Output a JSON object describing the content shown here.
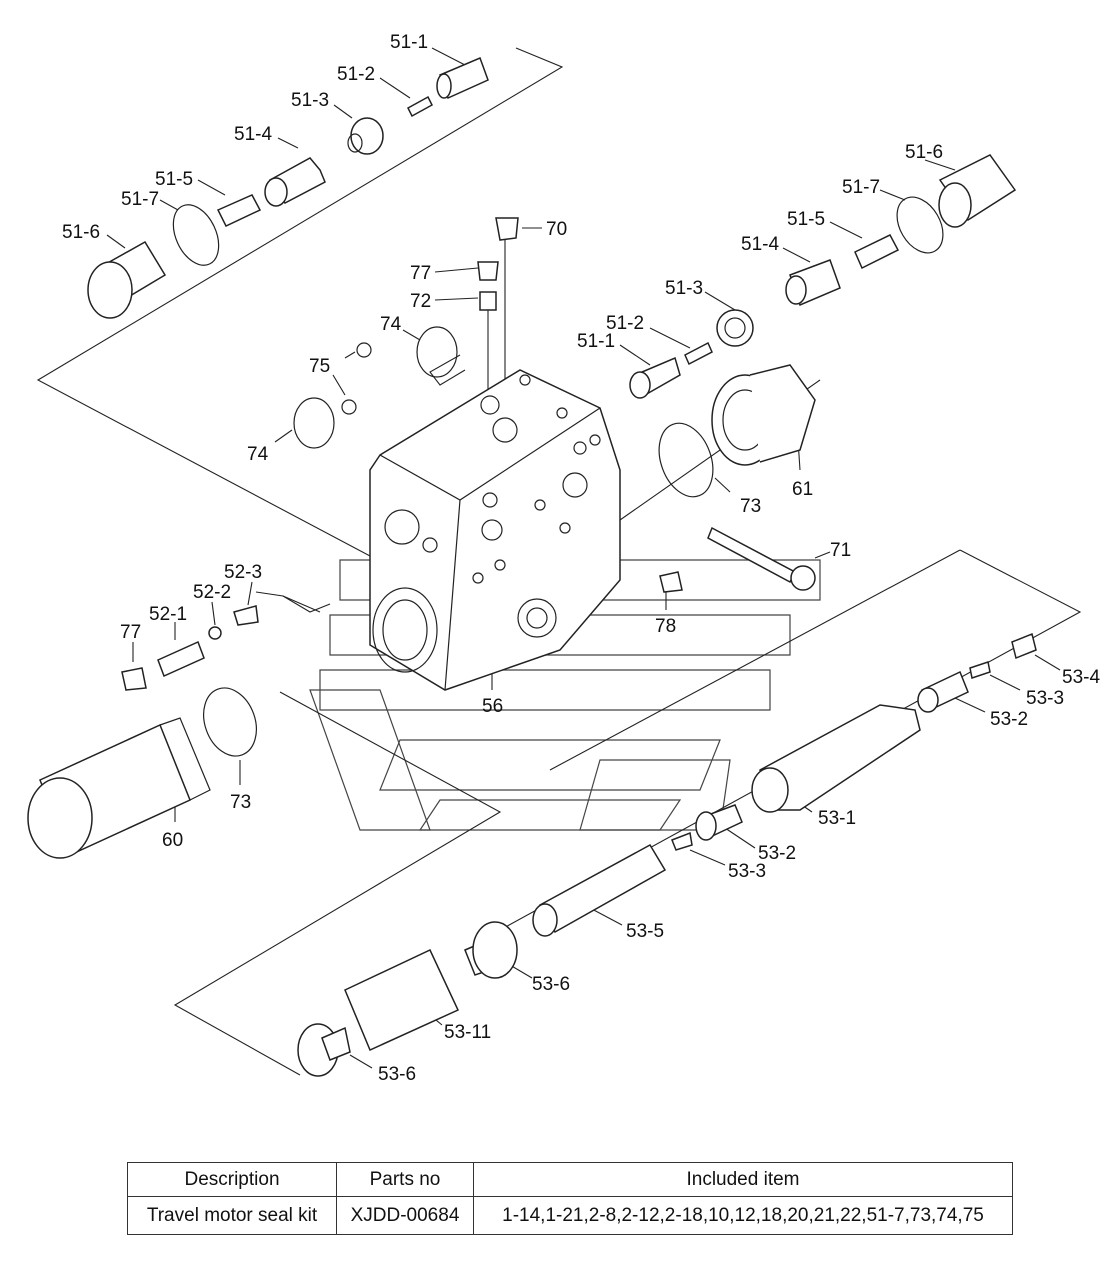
{
  "callouts": {
    "c51_1_top": "51-1",
    "c51_2_top": "51-2",
    "c51_3_top": "51-3",
    "c51_4_top": "51-4",
    "c51_5_top": "51-5",
    "c51_7_top": "51-7",
    "c51_6_top": "51-6",
    "c51_6_right": "51-6",
    "c51_7_right": "51-7",
    "c51_5_right": "51-5",
    "c51_4_right": "51-4",
    "c51_3_right": "51-3",
    "c51_2_right": "51-2",
    "c51_1_right": "51-1",
    "c70": "70",
    "c77_top": "77",
    "c72": "72",
    "c74_top": "74",
    "c75": "75",
    "c74_left": "74",
    "c73_right": "73",
    "c61": "61",
    "c71": "71",
    "c78": "78",
    "c56": "56",
    "c52_3": "52-3",
    "c52_2": "52-2",
    "c52_1": "52-1",
    "c77_left": "77",
    "c73_left": "73",
    "c60": "60",
    "c53_4": "53-4",
    "c53_3_upper": "53-3",
    "c53_2_upper": "53-2",
    "c53_1": "53-1",
    "c53_2_lower": "53-2",
    "c53_3_lower": "53-3",
    "c53_5": "53-5",
    "c53_6_upper": "53-6",
    "c53_11": "53-11",
    "c53_6_lower": "53-6"
  },
  "kit_table": {
    "headers": [
      "Description",
      "Parts no",
      "Included item"
    ],
    "rows": [
      [
        "Travel motor seal kit",
        "XJDD-00684",
        "1-14,1-21,2-8,2-12,2-18,10,12,18,20,21,22,51-7,73,74,75"
      ]
    ]
  }
}
